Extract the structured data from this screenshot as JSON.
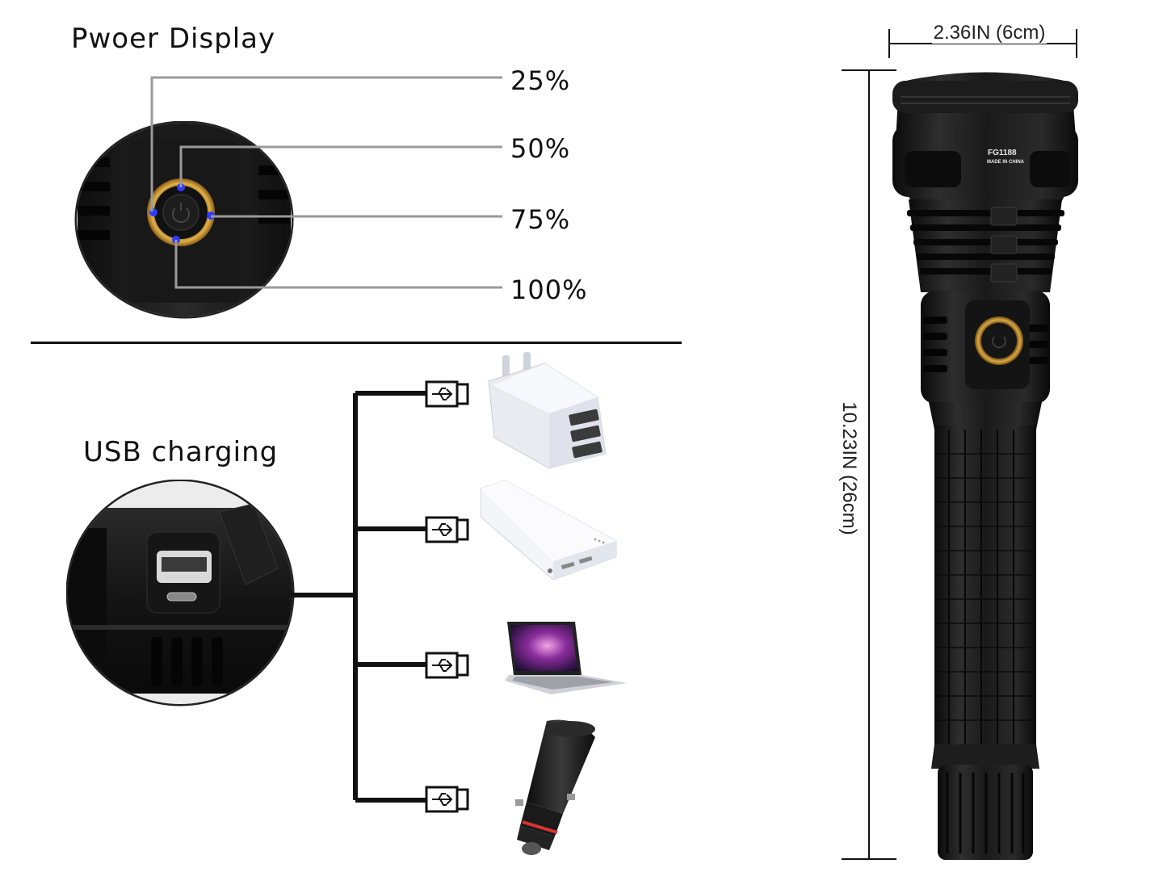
{
  "power_display": {
    "title": "Pwoer Display",
    "levels": [
      "25%",
      "50%",
      "75%",
      "100%"
    ]
  },
  "usb_charging": {
    "title": "USB charging",
    "devices": [
      "wall-charger",
      "power-bank",
      "laptop",
      "car-charger"
    ]
  },
  "dimensions": {
    "width_label": "2.36IN (6cm)",
    "length_label": "10.23IN (26cm)"
  },
  "flashlight": {
    "model": "FG1188",
    "origin": "MADE IN CHINA"
  },
  "colors": {
    "indicator_led": "#2f3cff",
    "button_ring": "#d9a53a",
    "body": "#1b1b1b",
    "connector_line": "#9a9a9a"
  }
}
